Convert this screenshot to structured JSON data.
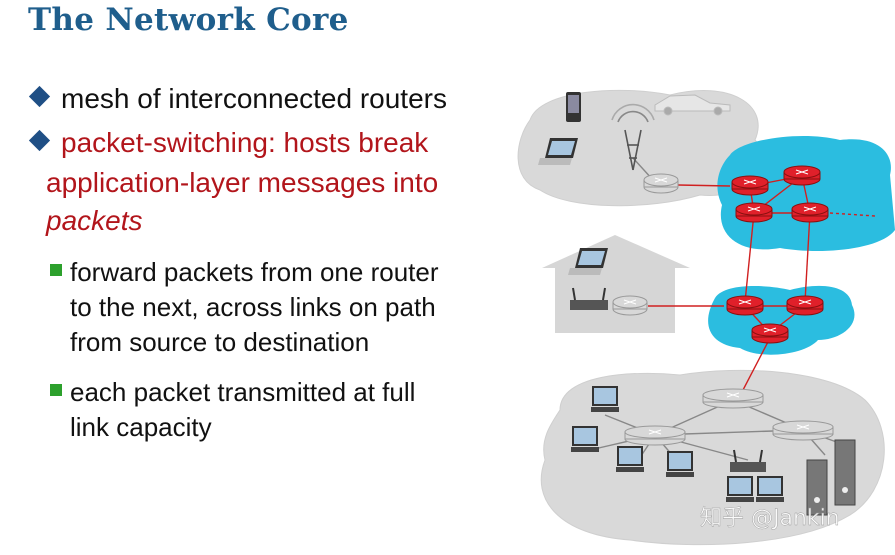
{
  "slide": {
    "title": "The Network Core",
    "bullets": [
      {
        "text": "mesh of interconnected routers"
      },
      {
        "lines": [
          "packet-switching: hosts break",
          "application-layer messages into",
          "packets"
        ]
      }
    ],
    "sub_bullets": [
      {
        "lines": [
          "forward packets from one router",
          "to the next, across links on path",
          "from source to destination"
        ]
      },
      {
        "lines": [
          "each packet transmitted at full",
          "link capacity"
        ]
      }
    ],
    "watermark": "知乎 @Jankin"
  },
  "colors": {
    "title": "#1f5e8c",
    "accent_red": "#b2151b",
    "bullet_diamond": "#1f4f85",
    "sub_bullet_square": "#2ca02c",
    "core_cloud": "#2bbde0",
    "core_router": "#e0202a",
    "edge_router": "#d8d8d8",
    "gray_cloud": "#d9d9d9"
  },
  "icons": [
    "diamond-bullet-icon",
    "square-bullet-icon",
    "router-icon",
    "laptop-icon",
    "smartphone-icon",
    "car-icon",
    "cell-tower-icon",
    "wireless-ap-icon",
    "desktop-computer-icon",
    "server-icon",
    "house-icon"
  ]
}
